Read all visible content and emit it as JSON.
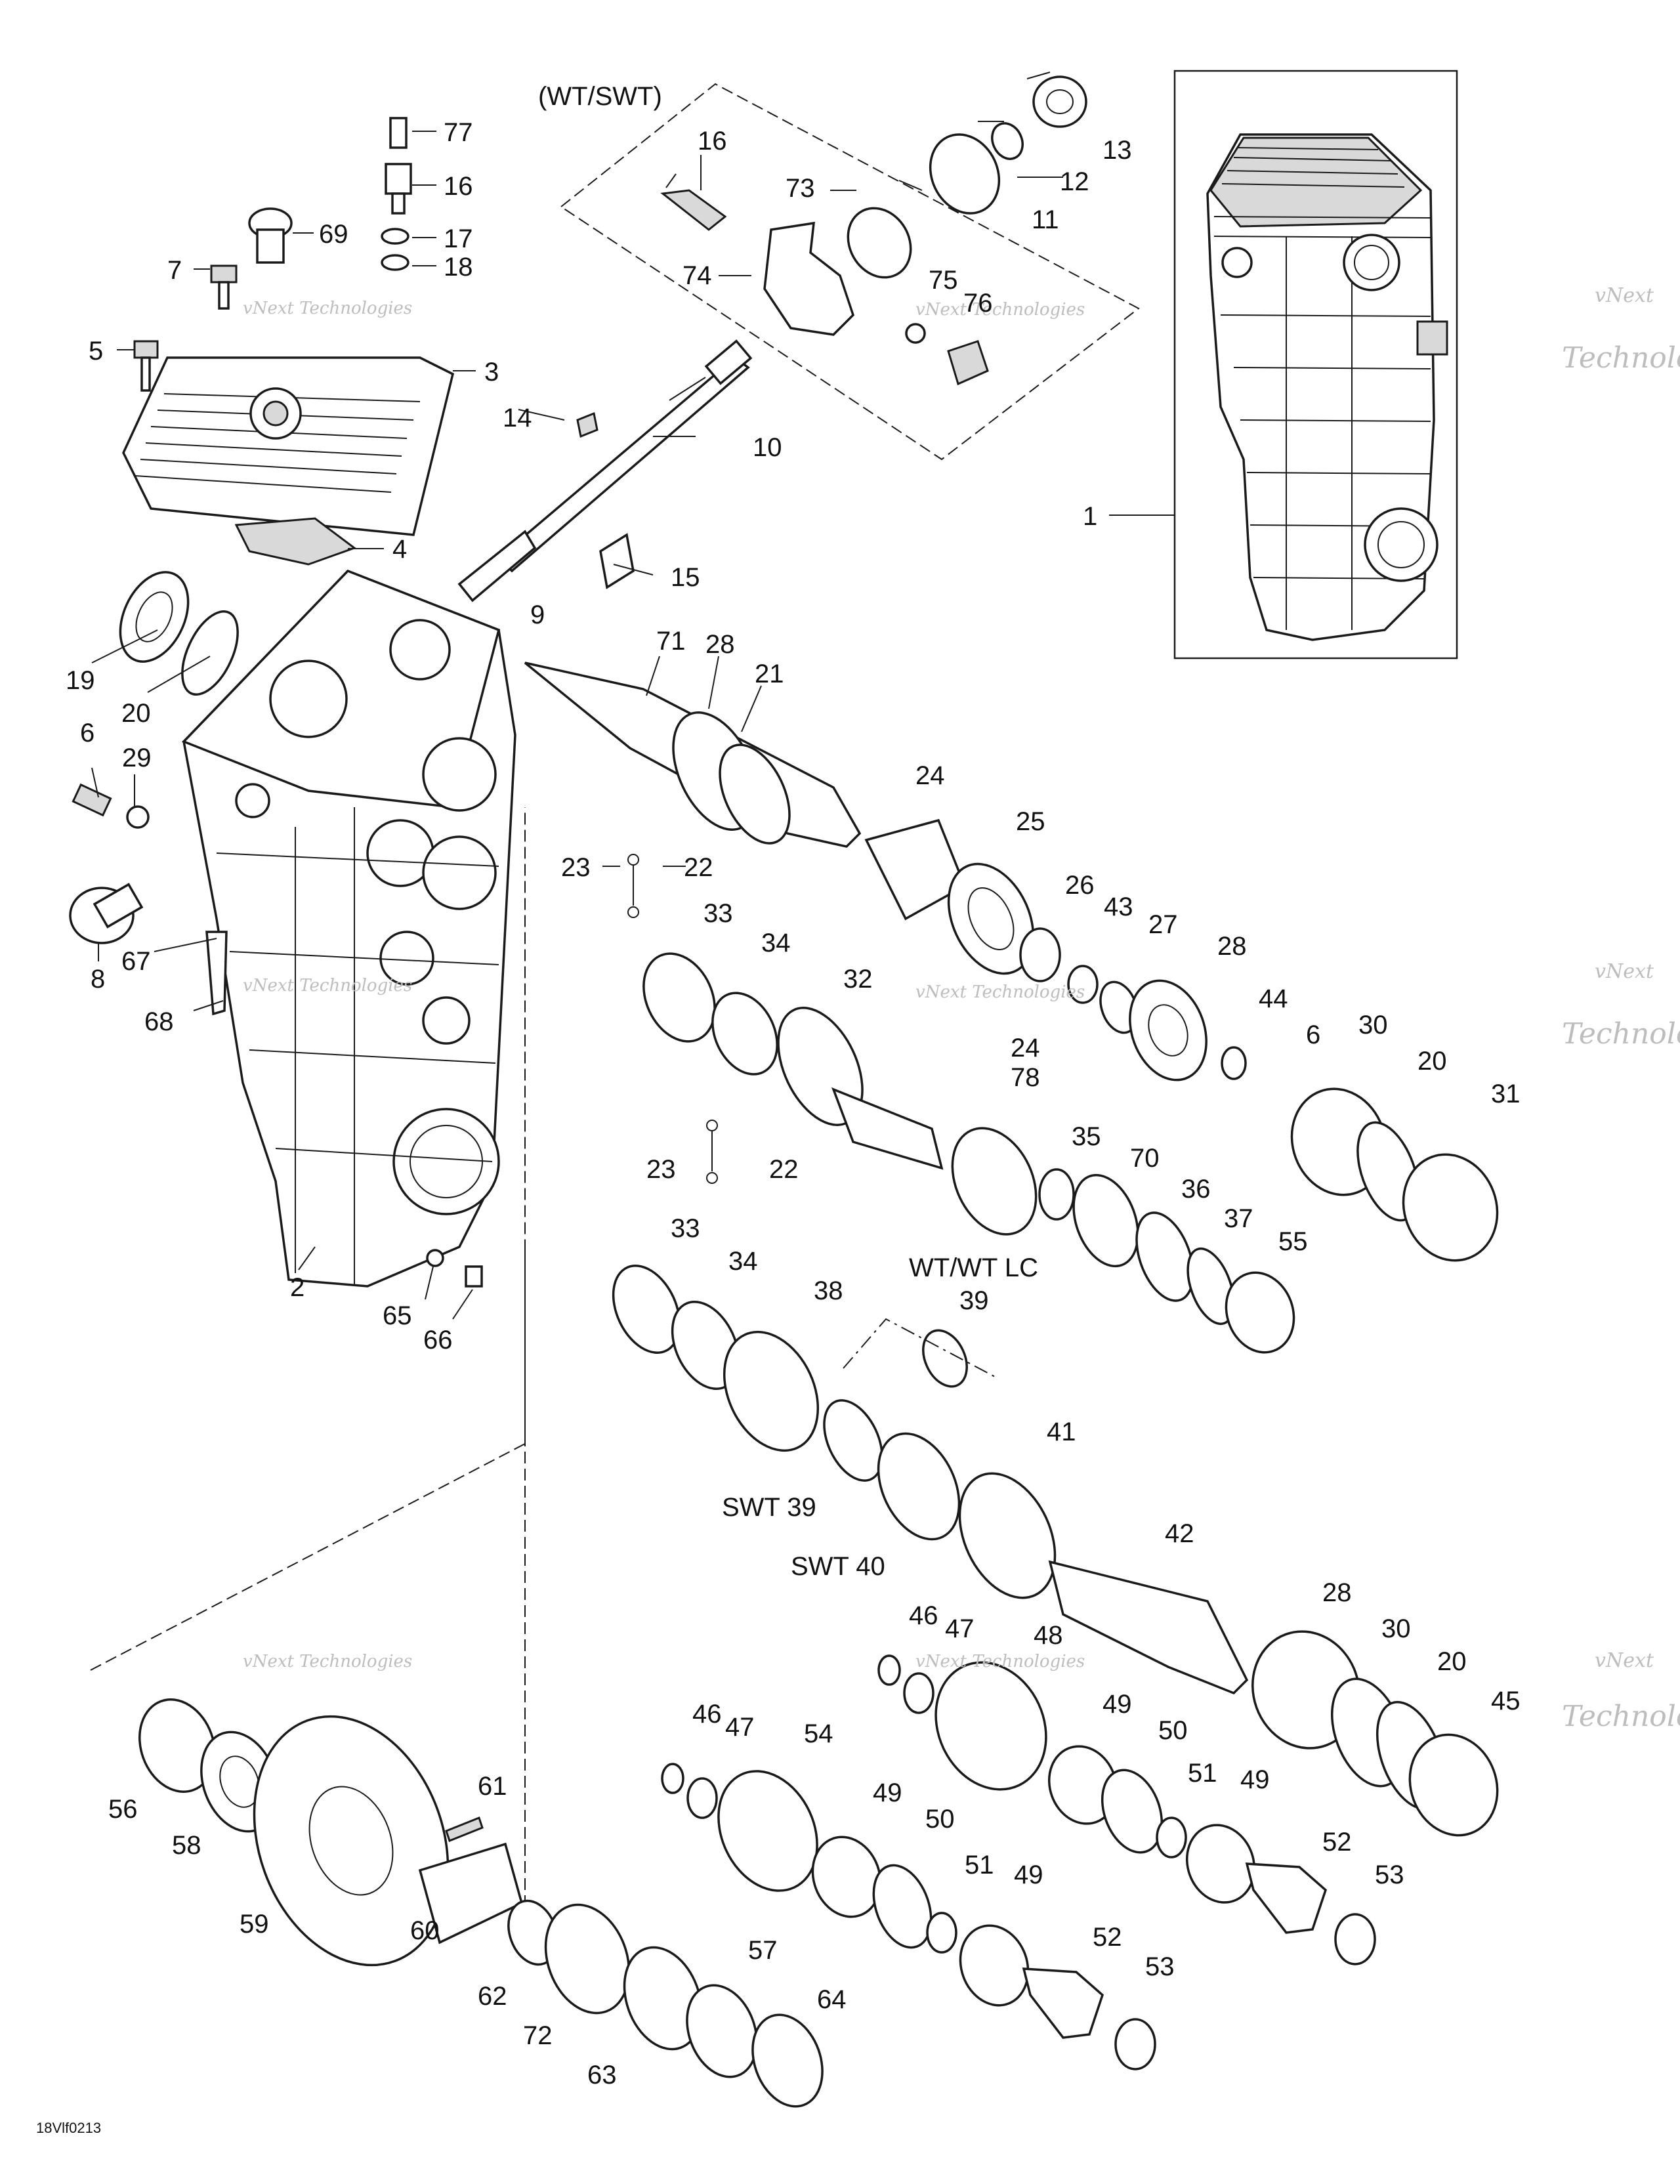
{
  "diagram": {
    "group_labels": {
      "wt_swt": "(WT/SWT)",
      "wt_wt_lc": "WT/WT LC",
      "swt_39": "SWT 39",
      "swt_40": "SWT 40"
    },
    "reference_code": "18Vlf0213",
    "watermark": {
      "line1": "vNext Technologies",
      "line2": "vNext",
      "line3": "Technologies"
    },
    "callouts": [
      "77",
      "16",
      "17",
      "18",
      "69",
      "7",
      "5",
      "3",
      "4",
      "19",
      "20",
      "6",
      "29",
      "8",
      "67",
      "68",
      "2",
      "65",
      "66",
      "16",
      "73",
      "74",
      "75",
      "76",
      "13",
      "12",
      "11",
      "14",
      "10",
      "9",
      "15",
      "1",
      "71",
      "28",
      "21",
      "23",
      "22",
      "24",
      "25",
      "26",
      "43",
      "27",
      "28",
      "44",
      "6",
      "30",
      "20",
      "31",
      "33",
      "34",
      "32",
      "24",
      "78",
      "35",
      "70",
      "36",
      "37",
      "55",
      "23",
      "22",
      "33",
      "34",
      "38",
      "39",
      "41",
      "42",
      "28",
      "30",
      "20",
      "45",
      "46",
      "47",
      "48",
      "49",
      "50",
      "51",
      "49",
      "52",
      "53",
      "46",
      "47",
      "54",
      "49",
      "50",
      "51",
      "49",
      "52",
      "53",
      "56",
      "58",
      "59",
      "61",
      "60",
      "62",
      "72",
      "63",
      "57",
      "64"
    ]
  }
}
